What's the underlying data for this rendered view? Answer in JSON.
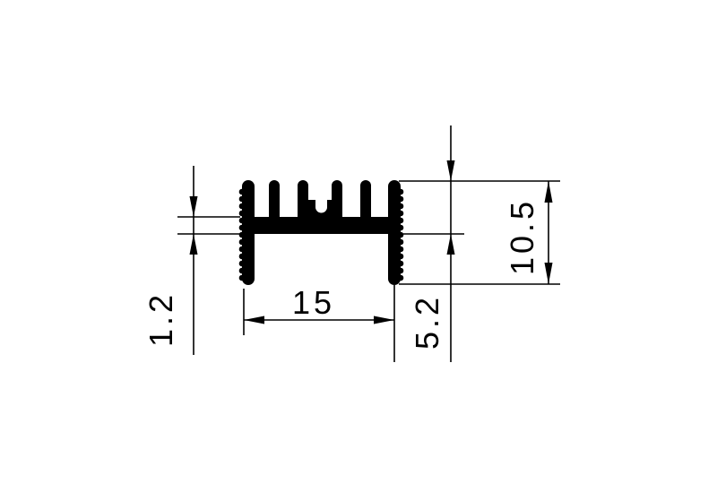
{
  "drawing": {
    "subject": "Heatsink extrusion profile cross-section",
    "background_color": "#ffffff",
    "ink_color": "#000000",
    "fin_count": 6,
    "dimensions": {
      "base_thickness": {
        "value": "1.2"
      },
      "inner_width": {
        "value": "15"
      },
      "fin_top_to_base_bottom": {
        "value": "5.2"
      },
      "overall_height": {
        "value": "10.5"
      }
    }
  }
}
